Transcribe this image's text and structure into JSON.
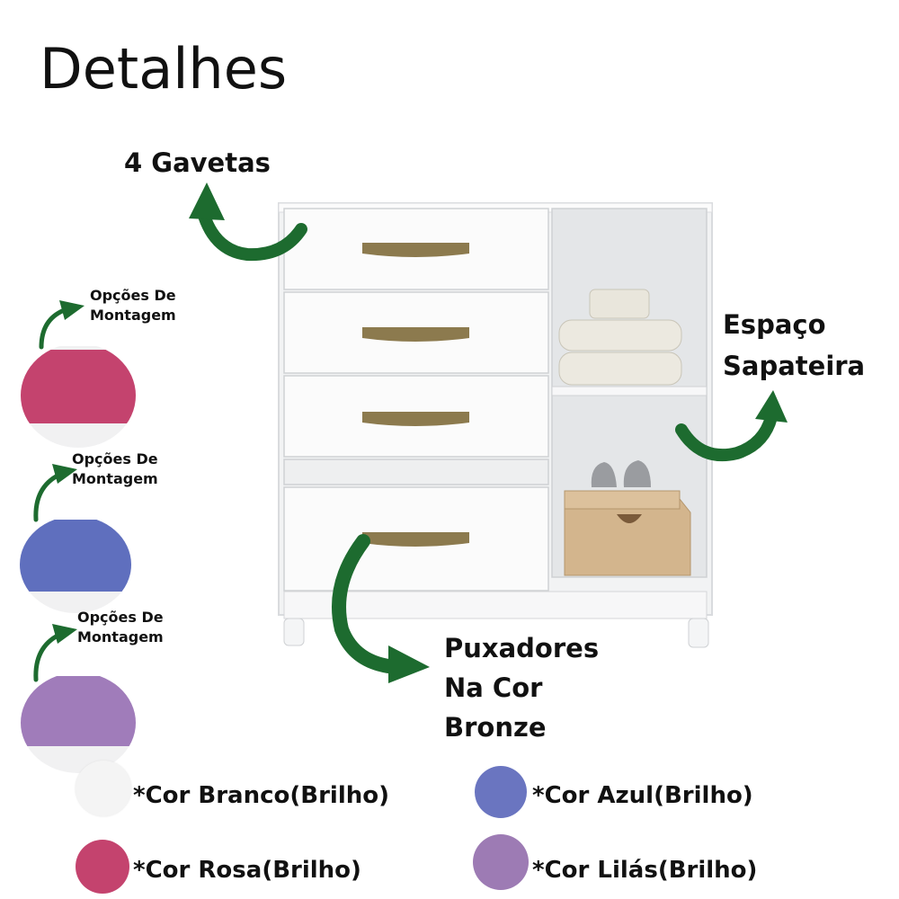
{
  "title": "Detalhes",
  "callouts": {
    "gavetas": "4 Gavetas",
    "espaco_line1": "Espaço",
    "espaco_line2": "Sapateira",
    "puxadores_line1": "Puxadores",
    "puxadores_line2": "Na Cor",
    "puxadores_line3": "Bronze"
  },
  "assembly_options": [
    {
      "line1": "Opções De",
      "line2": "Montagem",
      "color": "#c4436e"
    },
    {
      "line1": "Opções De",
      "line2": "Montagem",
      "color": "#5f6fbe"
    },
    {
      "line1": "Opções De",
      "line2": "Montagem",
      "color": "#a07cba"
    }
  ],
  "color_options": [
    {
      "label": "*Cor Branco(Brilho)",
      "color": "#f4f4f4"
    },
    {
      "label": "*Cor Azul(Brilho)",
      "color": "#6a75c0"
    },
    {
      "label": "*Cor Rosa(Brilho)",
      "color": "#c4436e"
    },
    {
      "label": "*Cor Lilás(Brilho)",
      "color": "#9d7bb4"
    }
  ],
  "colors": {
    "arrow": "#1d6b2f",
    "cabinet": "#f3f4f5",
    "handle": "#8c7a4e"
  }
}
